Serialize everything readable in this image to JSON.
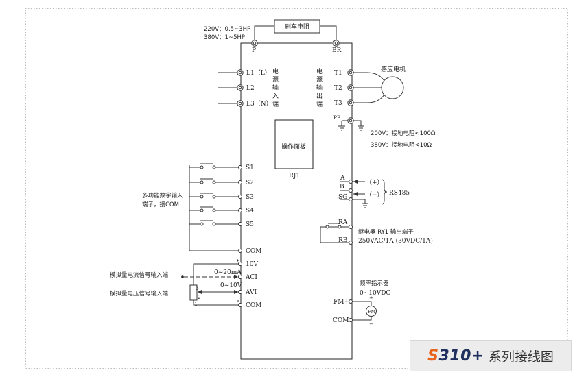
{
  "brake": {
    "resistor_label": "刹车电阻",
    "spec_220": "220V：0.5~3HP",
    "spec_380": "380V：1~5HP",
    "terminal_p": "P",
    "terminal_br": "BR"
  },
  "power_input": {
    "terminals": [
      "L1（L）",
      "L2",
      "L3（N）"
    ],
    "label_chars": [
      "电",
      "源",
      "输",
      "入",
      "端"
    ]
  },
  "power_output": {
    "label_chars": [
      "电",
      "源",
      "输",
      "出",
      "端"
    ],
    "terminals": [
      "T1",
      "T2",
      "T3"
    ],
    "motor_label": "感应电机",
    "pe_label": "PE",
    "ground_note_200": "200V：接地电阻<100Ω",
    "ground_note_380": "380V：接地电阻<10Ω"
  },
  "panel": {
    "label": "操作面板",
    "port": "RJ1"
  },
  "digital_inputs": {
    "terminals": [
      "S1",
      "S2",
      "S3",
      "S4",
      "S5"
    ],
    "common": "COM",
    "label_line1": "多功能数字输入",
    "label_line2": "端子，接COM"
  },
  "analog_inputs": {
    "terminal_10v": "10V",
    "terminal_aci": "ACI",
    "terminal_avi": "AVI",
    "terminal_com": "COM",
    "aci_range": "0~20mA",
    "avi_range": "0~10V",
    "current_label": "模拟量电流信号输入端",
    "voltage_label": "模拟量电压信号输入端",
    "pot_pins": [
      "3",
      "2",
      "1"
    ]
  },
  "rs485": {
    "terminals": [
      "A",
      "B",
      "SG"
    ],
    "plus": "（+）",
    "minus": "（−）",
    "label": "RS485"
  },
  "relay": {
    "terminals": [
      "RA",
      "RB"
    ],
    "label_line1": "继电器 RY1 输出端子",
    "label_line2": "250VAC/1A (30VDC/1A)"
  },
  "frequency_meter": {
    "label_line1": "频率指示器",
    "label_line2": "0~10VDC",
    "terminal_fm": "FM+",
    "terminal_com": "COM",
    "meter_label": "FM",
    "plus": "+",
    "minus": "−"
  },
  "title": {
    "model_first": "S",
    "model_rest": "310+",
    "text": "系列接线图",
    "model_color": "#1f2f5e",
    "accent_color": "#e8641c"
  }
}
